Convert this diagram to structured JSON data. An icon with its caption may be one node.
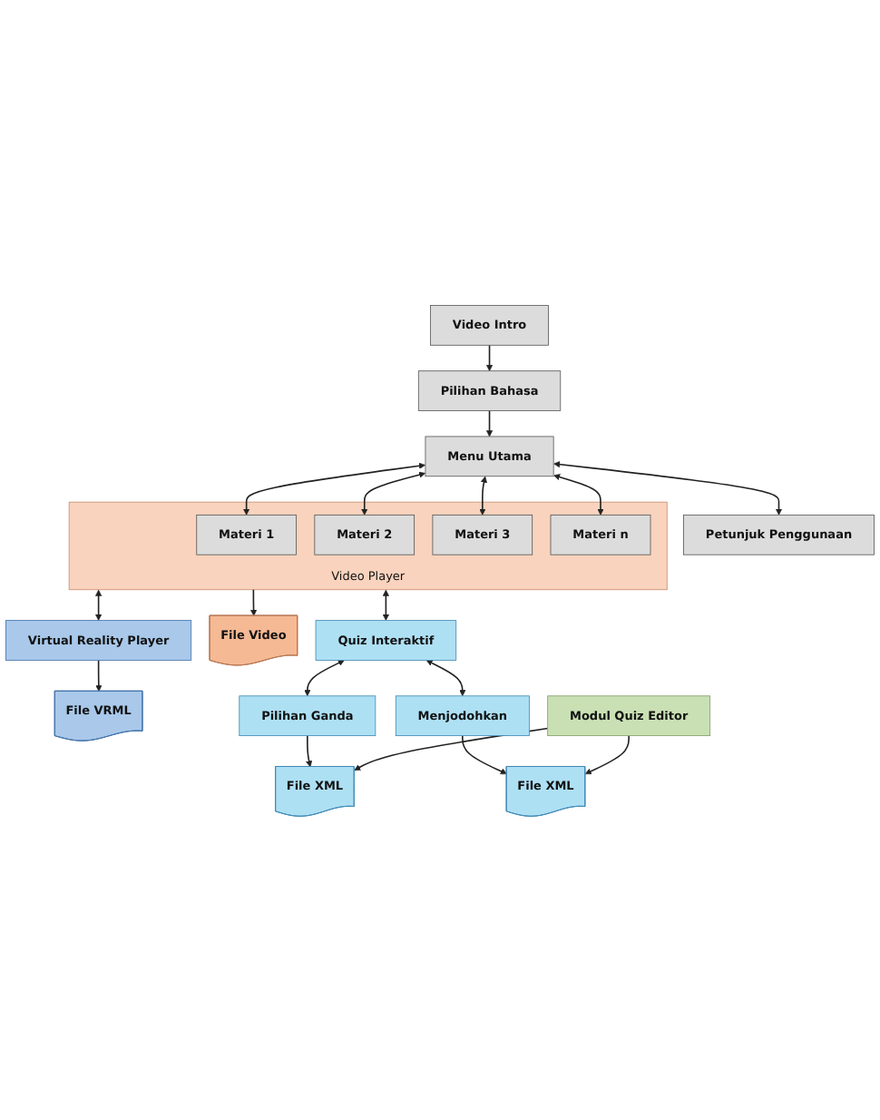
{
  "diagram": {
    "nodes": [
      {
        "text": [
          "Video Intro"
        ]
      },
      {
        "text": [
          "Pilihan Bahasa"
        ]
      },
      {
        "text": [
          "Menu Utama"
        ]
      },
      {
        "text": [
          "Petunjuk Penggunaan"
        ]
      },
      {
        "text": [
          "Video Player"
        ]
      },
      {
        "text": [
          "Materi 1"
        ],
        "in": 4
      },
      {
        "text": [
          "Materi 2"
        ],
        "in": 4
      },
      {
        "text": [
          "Materi 3"
        ],
        "in": 4
      },
      {
        "text": [
          "Materi n"
        ],
        "in": 4
      },
      {
        "text": [
          "Quiz Interaktif"
        ]
      },
      {
        "text": [
          "File Video"
        ]
      },
      {
        "text": [
          "Virtual Reality Player"
        ]
      },
      {
        "text": [
          "File VRML"
        ]
      },
      {
        "text": [
          "Pilihan Ganda"
        ]
      },
      {
        "text": [
          "Menjodohkan"
        ]
      },
      {
        "text": [
          "File XML"
        ]
      },
      {
        "text": [
          "File XML"
        ]
      },
      {
        "text": [
          "Modul Quiz Editor"
        ]
      }
    ],
    "edges": [
      {
        "from": 0,
        "to": 1,
        "arrow": "to"
      },
      {
        "from": 1,
        "to": 2,
        "arrow": "to"
      },
      {
        "from": 2,
        "to": 3,
        "arrow": "both"
      },
      {
        "from": 2,
        "to": 5,
        "arrow": "both"
      },
      {
        "from": 2,
        "to": 6,
        "arrow": "both"
      },
      {
        "from": 2,
        "to": 7,
        "arrow": "both"
      },
      {
        "from": 2,
        "to": 8,
        "arrow": "both"
      },
      {
        "from": 4,
        "to": 9,
        "arrow": "both"
      },
      {
        "from": 4,
        "to": 10,
        "arrow": "to"
      },
      {
        "from": 4,
        "to": 11,
        "arrow": "both"
      },
      {
        "from": 11,
        "to": 12,
        "arrow": "to"
      },
      {
        "from": 9,
        "to": 13,
        "arrow": "both"
      },
      {
        "from": 9,
        "to": 14,
        "arrow": "both"
      },
      {
        "from": 13,
        "to": 15,
        "arrow": "to"
      },
      {
        "from": 14,
        "to": 16,
        "arrow": "to"
      },
      {
        "from": 17,
        "to": 15,
        "arrow": "to"
      },
      {
        "from": 17,
        "to": 16,
        "arrow": "to"
      }
    ]
  }
}
